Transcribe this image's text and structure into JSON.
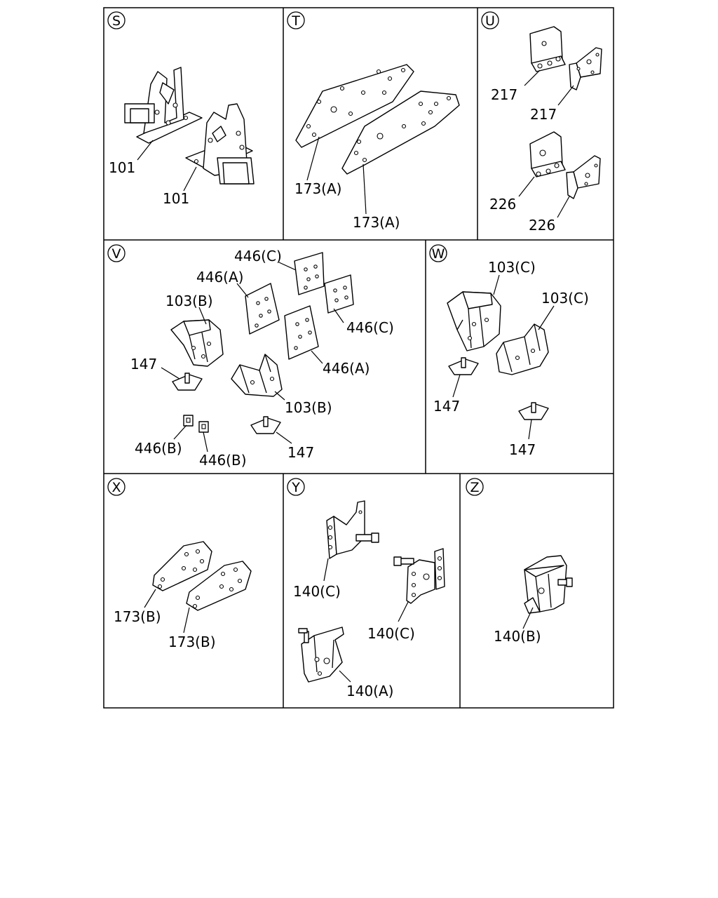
{
  "panels": {
    "S": {
      "letter": "S",
      "labels": [
        "101",
        "101"
      ]
    },
    "T": {
      "letter": "T",
      "labels": [
        "173(A)",
        "173(A)"
      ]
    },
    "U": {
      "letter": "U",
      "labels": [
        "217",
        "217",
        "226",
        "226"
      ]
    },
    "V": {
      "letter": "V",
      "labels": [
        "446(C)",
        "446(A)",
        "103(B)",
        "446(C)",
        "147",
        "446(A)",
        "103(B)",
        "446(B)",
        "446(B)",
        "147"
      ]
    },
    "W": {
      "letter": "W",
      "labels": [
        "103(C)",
        "103(C)",
        "147",
        "147"
      ]
    },
    "X": {
      "letter": "X",
      "labels": [
        "173(B)",
        "173(B)"
      ]
    },
    "Y": {
      "letter": "Y",
      "labels": [
        "140(C)",
        "140(C)",
        "140(A)"
      ]
    },
    "Z": {
      "letter": "Z",
      "labels": [
        "140(B)"
      ]
    }
  }
}
